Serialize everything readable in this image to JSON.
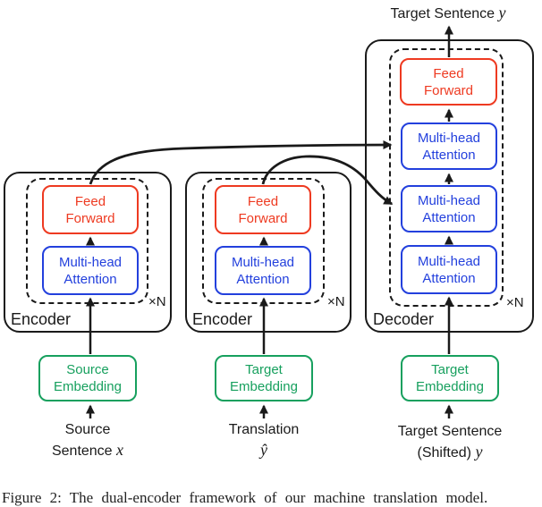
{
  "colors": {
    "red": "#ee3a21",
    "blue": "#2340dd",
    "green": "#17a05e",
    "line": "#1a1a1a",
    "bg": "#ffffff"
  },
  "top_output_label": {
    "text": "Target Sentence ",
    "var": "y"
  },
  "encoders": {
    "left": {
      "label": "Encoder",
      "repeat": "×N",
      "feed_forward": {
        "line1": "Feed",
        "line2": "Forward"
      },
      "attention": {
        "line1": "Multi-head",
        "line2": "Attention"
      },
      "embedding": {
        "line1": "Source",
        "line2": "Embedding"
      },
      "input": {
        "line1": "Source",
        "line2": "Sentence ",
        "var": "x"
      }
    },
    "middle": {
      "label": "Encoder",
      "repeat": "×N",
      "feed_forward": {
        "line1": "Feed",
        "line2": "Forward"
      },
      "attention": {
        "line1": "Multi-head",
        "line2": "Attention"
      },
      "embedding": {
        "line1": "Target",
        "line2": "Embedding"
      },
      "input": {
        "line1": "Translation",
        "var": "ŷ"
      }
    }
  },
  "decoder": {
    "label": "Decoder",
    "repeat": "×N",
    "feed_forward": {
      "line1": "Feed",
      "line2": "Forward"
    },
    "attention_top": {
      "line1": "Multi-head",
      "line2": "Attention"
    },
    "attention_mid": {
      "line1": "Multi-head",
      "line2": "Attention"
    },
    "attention_bottom": {
      "line1": "Multi-head",
      "line2": "Attention"
    },
    "embedding": {
      "line1": "Target",
      "line2": "Embedding"
    },
    "input": {
      "line1": "Target Sentence",
      "line2": "(Shifted) ",
      "var": "y"
    }
  },
  "caption_partial": "Figure 2: The dual-encoder framework of our machine translation model."
}
